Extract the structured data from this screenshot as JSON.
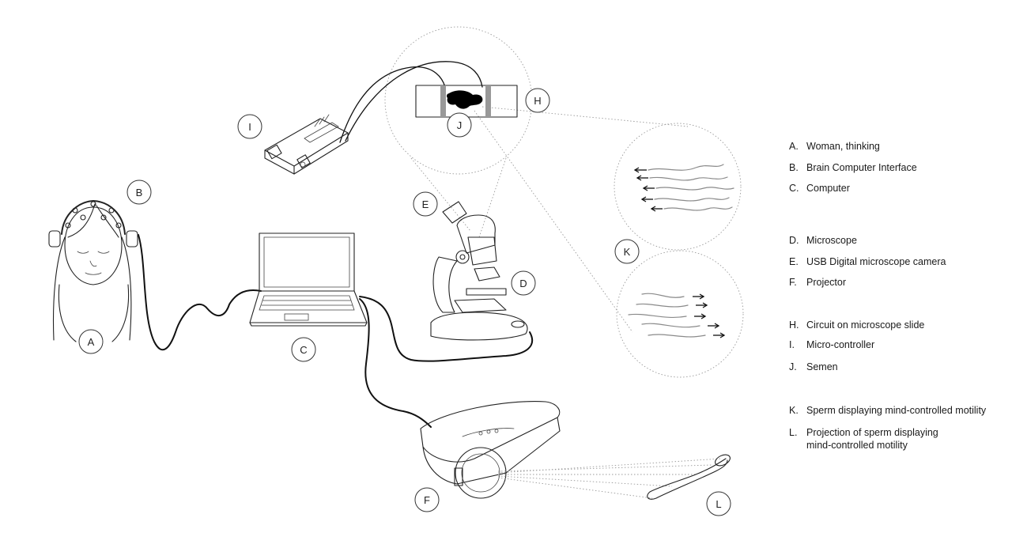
{
  "labels": {
    "A": "A",
    "B": "B",
    "C": "C",
    "D": "D",
    "E": "E",
    "F": "F",
    "H": "H",
    "I": "I",
    "J": "J",
    "K": "K",
    "L": "L"
  },
  "legend": [
    {
      "key": "A.",
      "text": "Woman, thinking"
    },
    {
      "key": "B.",
      "text": "Brain Computer Interface"
    },
    {
      "key": "C.",
      "text": "Computer"
    },
    {
      "key": "D.",
      "text": "Microscope"
    },
    {
      "key": "E.",
      "text": "USB Digital microscope camera"
    },
    {
      "key": "F.",
      "text": "Projector"
    },
    {
      "key": "H.",
      "text": "Circuit on microscope slide"
    },
    {
      "key": "I.",
      "text": "Micro-controller"
    },
    {
      "key": "J.",
      "text": "Semen"
    },
    {
      "key": "K.",
      "text": "Sperm displaying mind-controlled motility"
    },
    {
      "key": "L.",
      "text": "Projection of sperm displaying mind-controlled motility"
    }
  ]
}
